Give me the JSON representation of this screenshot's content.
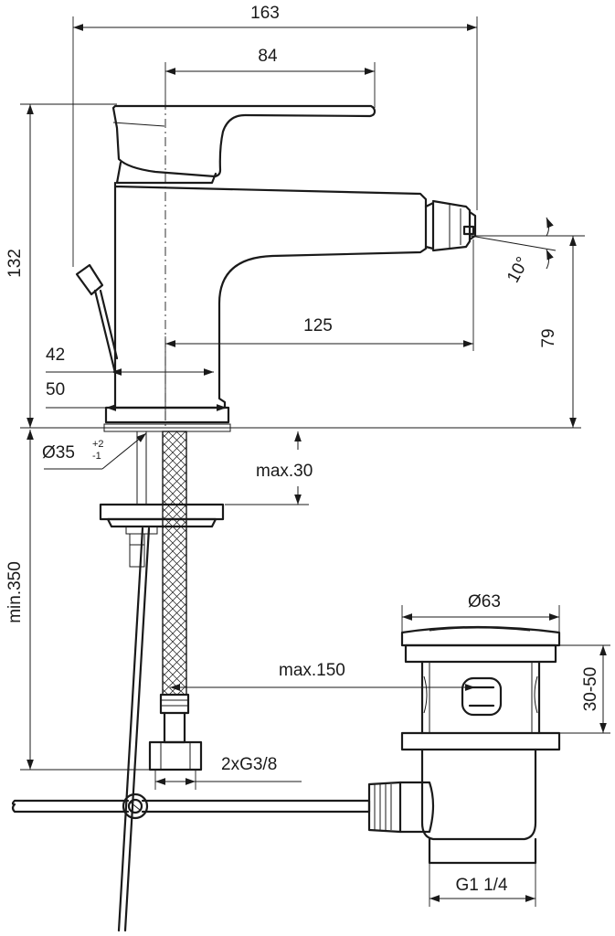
{
  "dimensions": {
    "overall_length": "163",
    "spout_to_lever": "84",
    "overall_height": "132",
    "spout_height": "79",
    "spout_reach": "125",
    "spray_angle": "10°",
    "base_width_42": "42",
    "base_width_50": "50",
    "hole_diameter": "Ø35",
    "hole_tol_plus": "+2",
    "hole_tol_minus": "-1",
    "max_deck_thickness": "max.30",
    "min_hose_length": "min.350",
    "max_waste_offset": "max.150",
    "waste_head_diameter": "Ø63",
    "waste_adjust_range": "30-50",
    "supply_thread": "2xG3/8",
    "waste_thread": "G1 1/4"
  }
}
